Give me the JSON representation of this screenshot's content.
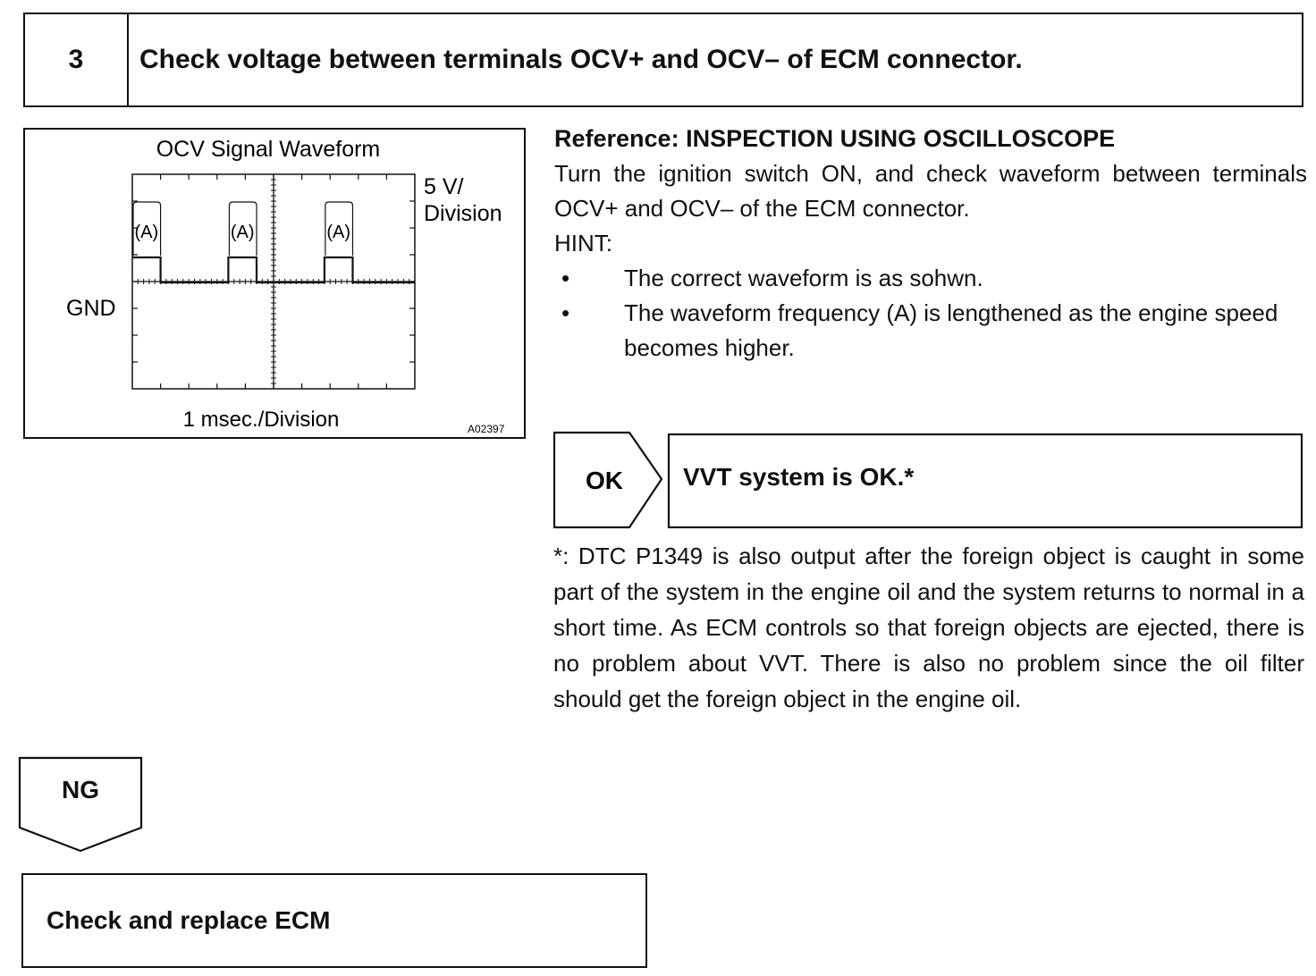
{
  "step": {
    "number": "3",
    "title": "Check voltage between terminals OCV+ and OCV– of ECM connector."
  },
  "figure": {
    "title": "OCV Signal Waveform",
    "volt_div_line1": "5 V/",
    "volt_div_line2": "Division",
    "gnd_label": "GND",
    "time_div": "1 msec./Division",
    "figure_id": "A02397",
    "pulse_label": "(A)"
  },
  "chart_data": {
    "type": "line",
    "title": "OCV Signal Waveform",
    "xlabel": "1 msec./Division",
    "ylabel": "5 V/ Division",
    "series": [
      {
        "x": [
          0,
          1,
          1,
          3.4,
          3.4,
          4.4,
          4.4,
          6.8,
          6.8,
          7.8,
          7.8,
          10
        ],
        "y": [
          1,
          1,
          0,
          0,
          1,
          1,
          0,
          0,
          1,
          1,
          0,
          0
        ]
      }
    ],
    "annotations": [
      "(A)",
      "(A)",
      "(A)"
    ],
    "reference_line": "GND",
    "grid": false
  },
  "reference": {
    "heading": "Reference: INSPECTION USING OSCILLOSCOPE",
    "paragraph": "Turn the ignition switch ON, and check waveform between terminals OCV+ and OCV– of the ECM connector.",
    "hint": "HINT:",
    "bullets": [
      "The correct waveform is as sohwn.",
      "The waveform frequency (A) is lengthened as the engine speed becomes higher."
    ]
  },
  "ok": {
    "label": "OK",
    "result": "VVT system is OK.*"
  },
  "note": "*: DTC P1349 is also output after the foreign object is caught in some part of the system in the engine oil and the system returns to normal in a short time. As ECM controls so that foreign objects are ejected, there is no problem about VVT. There is also no problem since the oil filter should get the foreign object in the engine oil.",
  "ng": {
    "label": "NG",
    "action": "Check and replace ECM"
  }
}
